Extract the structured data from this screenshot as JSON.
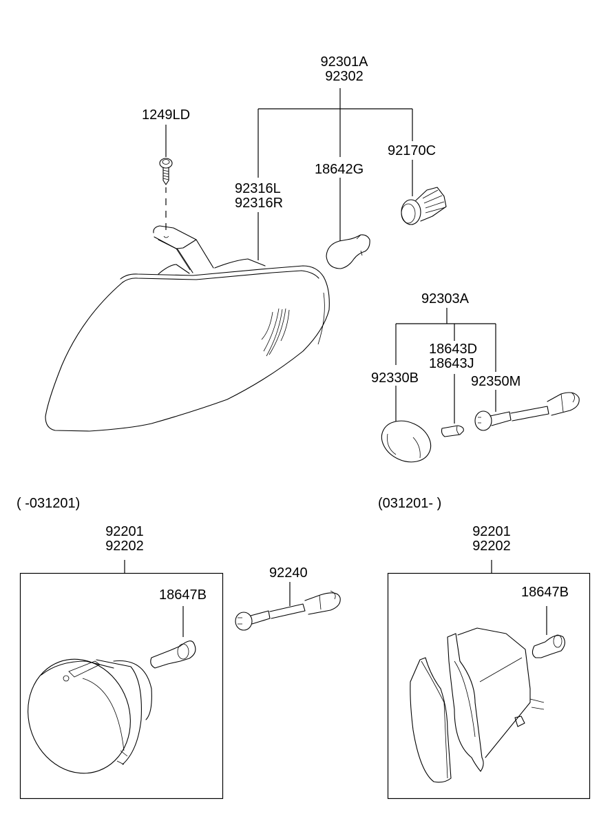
{
  "diagram": {
    "type": "parts-exploded-view",
    "colors": {
      "line": "#000000",
      "background": "#ffffff"
    },
    "labels": {
      "assembly_top": [
        "92301A",
        "92302"
      ],
      "screw": "1249LD",
      "lamp_housing": [
        "92316L",
        "92316R"
      ],
      "bulb_main": "18642G",
      "socket_main": "92170C",
      "side_lamp_assy": "92303A",
      "side_lens": "92330B",
      "side_bulb": [
        "18643D",
        "18643J"
      ],
      "side_socket": "92350M",
      "fog_wiring": "92240"
    },
    "sections": [
      {
        "range": "( -031201)",
        "assembly": [
          "92201",
          "92202"
        ],
        "bulb": "18647B"
      },
      {
        "range": "(031201- )",
        "assembly": [
          "92201",
          "92202"
        ],
        "bulb": "18647B"
      }
    ]
  }
}
